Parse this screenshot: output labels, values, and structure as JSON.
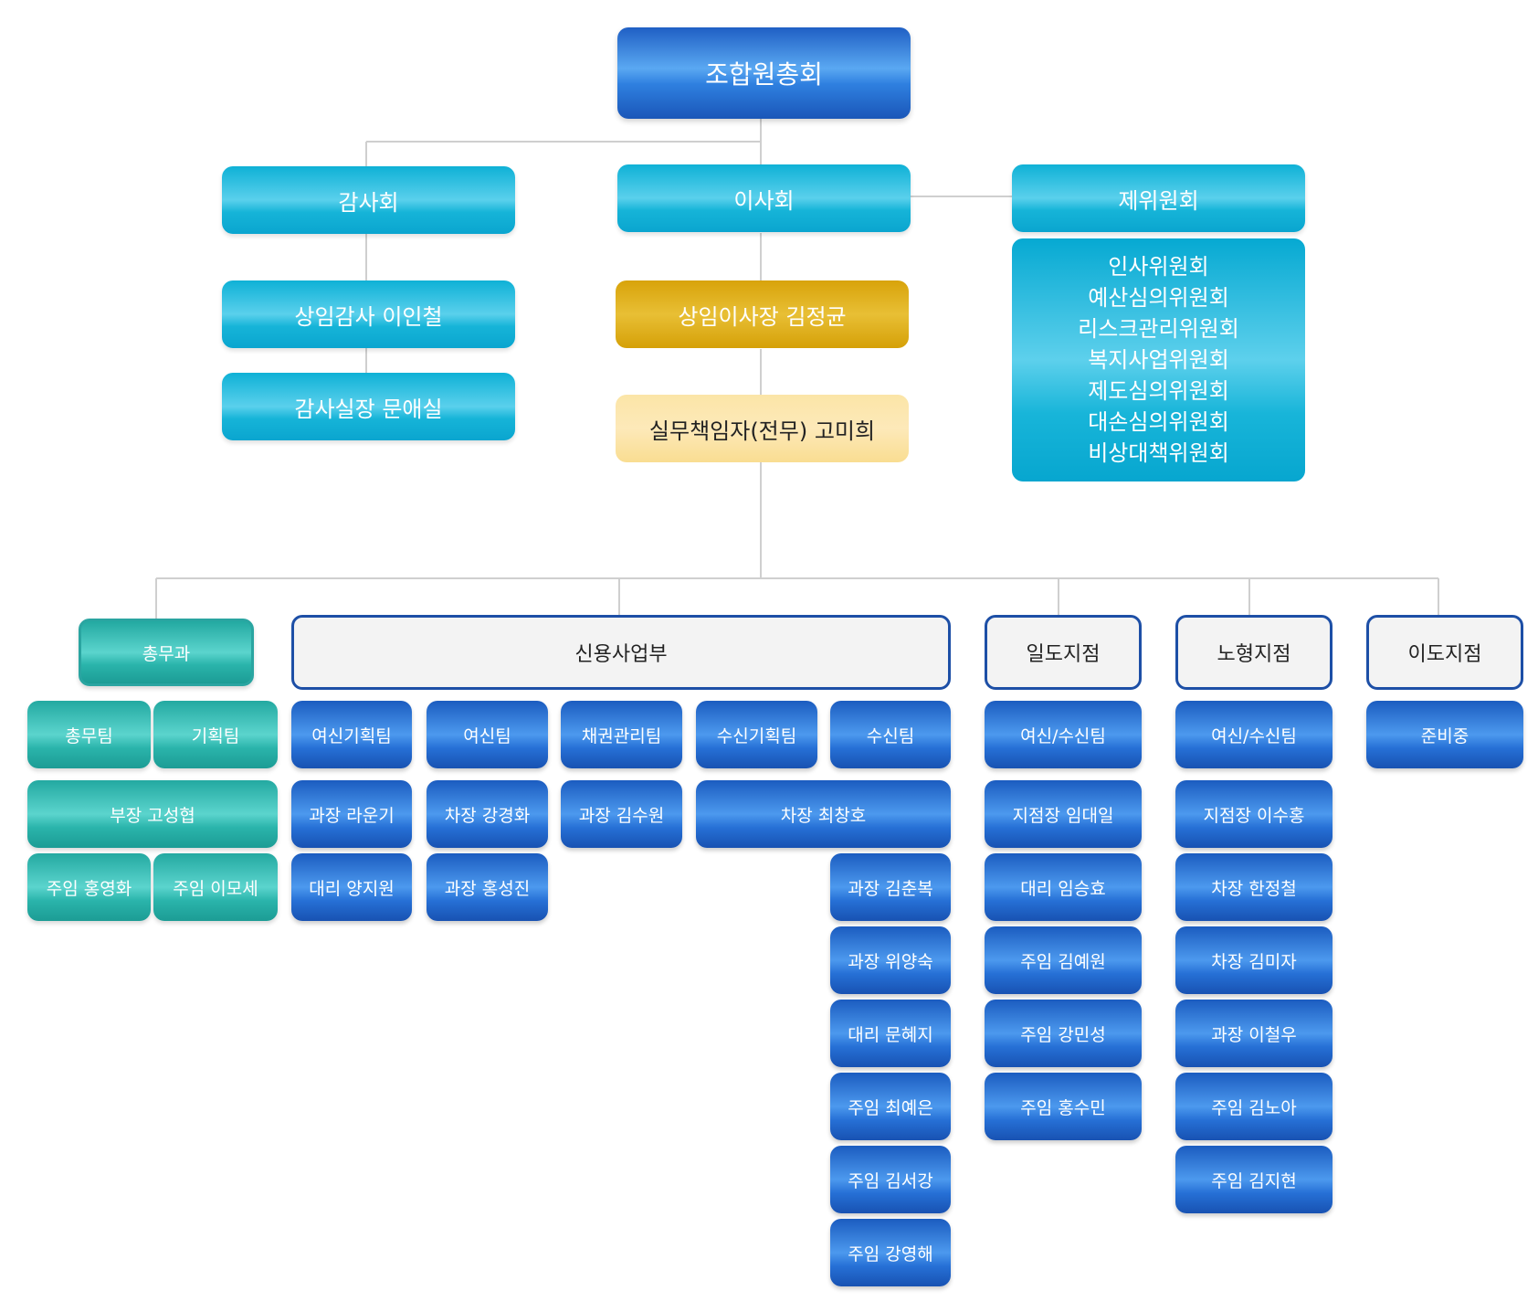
{
  "top": {
    "general_assembly": "조합원총회",
    "audit_committee": "감사회",
    "board": "이사회",
    "committees": "제위원회",
    "committee_list": [
      "인사위원회",
      "예산심의위원회",
      "리스크관리위원회",
      "복지사업위원회",
      "제도심의위원회",
      "대손심의위원회",
      "비상대책위원회"
    ],
    "standing_auditor": "상임감사  이인철",
    "audit_chief": "감사실장  문애실",
    "chairman": "상임이사장 김정균",
    "executive": "실무책임자(전무) 고미희"
  },
  "departments": {
    "general_affairs": {
      "name": "총무과",
      "teams": [
        "총무팀",
        "기획팀"
      ],
      "head": "부장  고성협",
      "staff": [
        "주임  홍영화",
        "주임  이모세"
      ]
    },
    "credit": {
      "name": "신용사업부",
      "teams": [
        "여신기획팀",
        "여신팀",
        "채권관리팀",
        "수신기획팀",
        "수신팀"
      ],
      "loan_planning": [
        "과장 라운기",
        "대리 양지원"
      ],
      "loan": [
        "차장 강경화",
        "과장 홍성진"
      ],
      "bond": [
        "과장 김수원"
      ],
      "deposit_head": "차장 최창호",
      "deposit_staff": [
        "과장 김춘복",
        "과장 위양숙",
        "대리 문혜지",
        "주임 최예은",
        "주임 김서강",
        "주임 강영해"
      ]
    },
    "ildo": {
      "name": "일도지점",
      "team": "여신/수신팀",
      "staff": [
        "지점장 임대일",
        "대리 임승효",
        "주임 김예원",
        "주임 강민성",
        "주임 홍수민"
      ]
    },
    "nohyeong": {
      "name": "노형지점",
      "team": "여신/수신팀",
      "staff": [
        "지점장 이수홍",
        "차장 한정철",
        "차장 김미자",
        "과장 이철우",
        "주임 김노아",
        "주임 김지현"
      ]
    },
    "ido": {
      "name": "이도지점",
      "team": "준비중"
    }
  }
}
